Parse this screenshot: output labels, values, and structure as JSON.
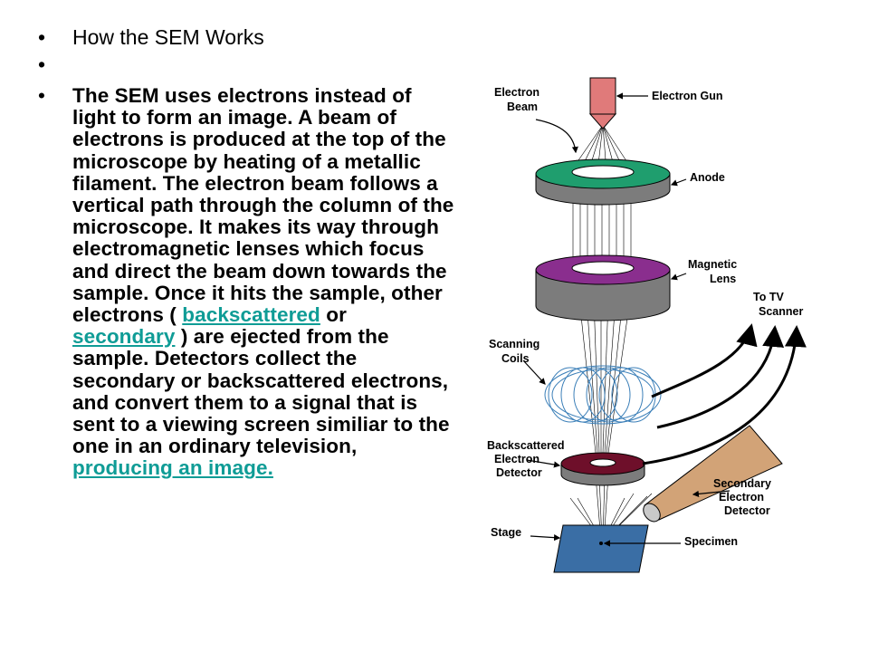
{
  "bullets": {
    "title": "How the SEM Works",
    "para_1": "The SEM uses electrons instead of light to form an image. A beam of electrons is produced at the top of the microscope by heating of a metallic filament. The electron beam follows a vertical path through the column of the microscope. It makes its way through electromagnetic lenses which focus and direct the beam down towards the sample. Once it hits the sample, other electrons ( ",
    "link_backscattered": "backscattered",
    "para_2": " or ",
    "link_secondary": "secondary",
    "para_3": " ) are ejected from the sample. Detectors collect the secondary or backscattered electrons, and convert them to a signal that is sent to a viewing screen similiar to the one in an ordinary television, ",
    "link_producing": "producing an image."
  },
  "diagram": {
    "label_electron_beam_1": "Electron",
    "label_electron_beam_2": "Beam",
    "label_electron_gun": "Electron Gun",
    "label_anode": "Anode",
    "label_magnetic_1": "Magnetic",
    "label_magnetic_2": "Lens",
    "label_totv_1": "To TV",
    "label_totv_2": "Scanner",
    "label_scanning_1": "Scanning",
    "label_scanning_2": "Coils",
    "label_bsd_1": "Backscattered",
    "label_bsd_2": "Electron",
    "label_bsd_3": "Detector",
    "label_sed_1": "Secondary",
    "label_sed_2": "Electron",
    "label_sed_3": "Detector",
    "label_stage": "Stage",
    "label_specimen": "Specimen"
  },
  "colors": {
    "link": "#0f9c96",
    "gun": "#e07a7a",
    "anode_top": "#1f9e6e",
    "lens_top": "#8a2e8e",
    "ring_side": "#7c7c7c",
    "bsd_top": "#6e0f2a",
    "stage": "#3a6ea5",
    "sed_tube": "#d2a377"
  }
}
